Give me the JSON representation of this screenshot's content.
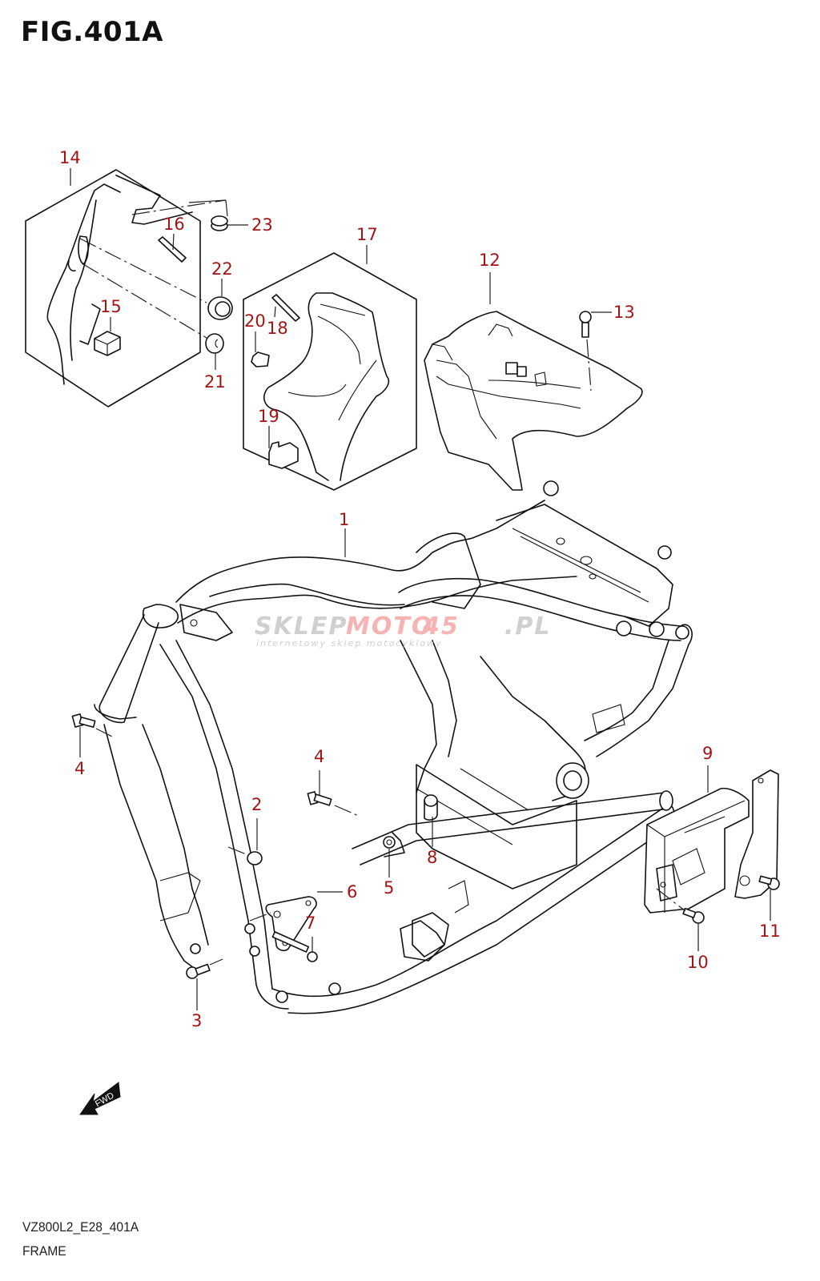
{
  "figure": {
    "title": "FIG.401A",
    "code": "VZ800L2_E28_401A",
    "name": "FRAME"
  },
  "watermark": {
    "brand_part1": "SKLEP",
    "brand_part2": "MOTO",
    "brand_part3": "45",
    "brand_tld": ".PL",
    "tagline": "internetowy sklep motocyklowy",
    "colors": {
      "grey": "#c8c8c8",
      "red": "#f4a6a6"
    }
  },
  "direction_marker": {
    "label": "FWD",
    "icon": "arrow-left-down-icon"
  },
  "colors": {
    "callout": "#a31515",
    "line": "#111111",
    "background": "#ffffff"
  },
  "callouts": [
    {
      "id": "c1",
      "number": "1"
    },
    {
      "id": "c2",
      "number": "2"
    },
    {
      "id": "c3",
      "number": "3"
    },
    {
      "id": "c4a",
      "number": "4"
    },
    {
      "id": "c4b",
      "number": "4"
    },
    {
      "id": "c5",
      "number": "5"
    },
    {
      "id": "c6",
      "number": "6"
    },
    {
      "id": "c7",
      "number": "7"
    },
    {
      "id": "c8",
      "number": "8"
    },
    {
      "id": "c9",
      "number": "9"
    },
    {
      "id": "c10",
      "number": "10"
    },
    {
      "id": "c11",
      "number": "11"
    },
    {
      "id": "c12",
      "number": "12"
    },
    {
      "id": "c13",
      "number": "13"
    },
    {
      "id": "c14",
      "number": "14"
    },
    {
      "id": "c15",
      "number": "15"
    },
    {
      "id": "c16",
      "number": "16"
    },
    {
      "id": "c17",
      "number": "17"
    },
    {
      "id": "c18",
      "number": "18"
    },
    {
      "id": "c19",
      "number": "19"
    },
    {
      "id": "c20",
      "number": "20"
    },
    {
      "id": "c21",
      "number": "21"
    },
    {
      "id": "c22",
      "number": "22"
    },
    {
      "id": "c23",
      "number": "23"
    }
  ]
}
